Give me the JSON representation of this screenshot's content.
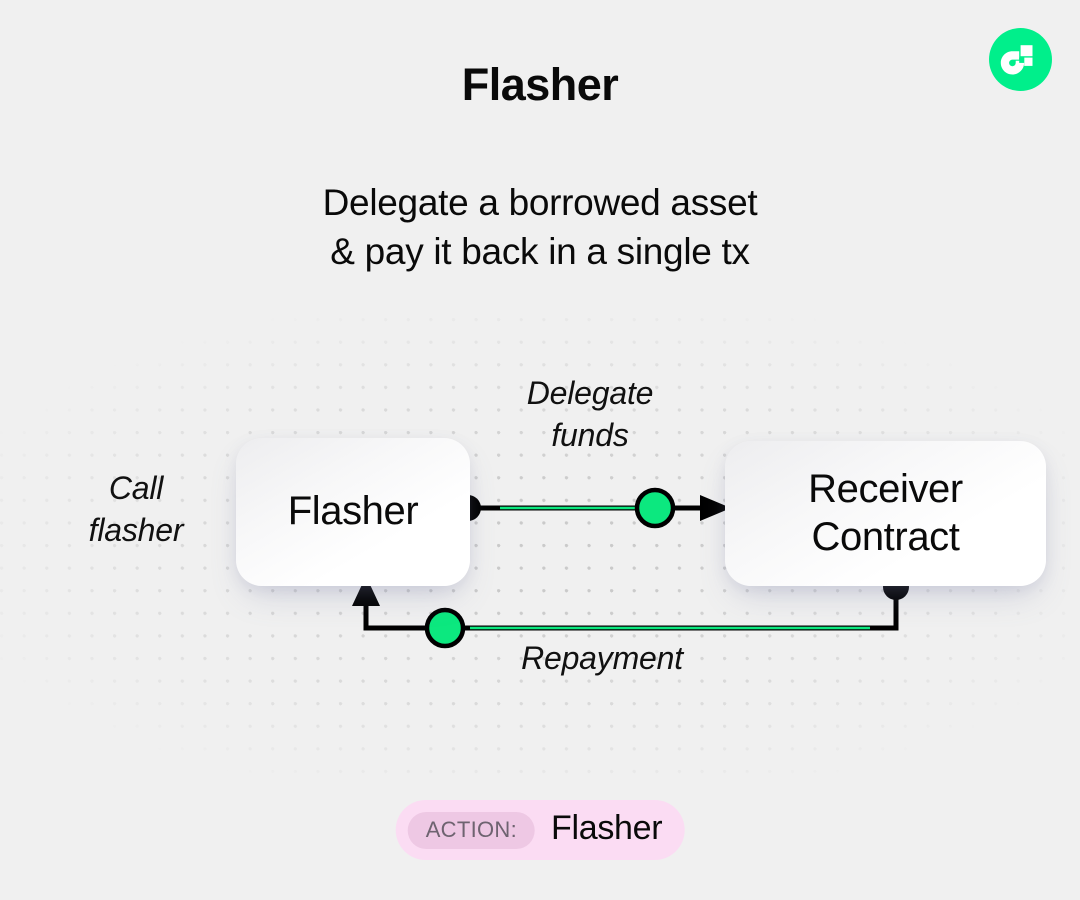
{
  "brand": {
    "logo_icon": "flow-logo-icon",
    "logo_color": "#00ef8b",
    "logo_mark_color": "#ffffff"
  },
  "header": {
    "title": "Flasher",
    "subtitle": "Delegate a borrowed asset\n& pay it back in a single tx"
  },
  "diagram": {
    "nodes": [
      {
        "id": "flasher",
        "label": "Flasher"
      },
      {
        "id": "receiver",
        "label": "Receiver\nContract"
      }
    ],
    "labels": {
      "call_flasher": "Call\nflasher",
      "delegate_funds": "Delegate\nfunds",
      "repayment": "Repayment"
    },
    "colors": {
      "accent_green": "#0ce87f",
      "connector_black": "#000000",
      "background": "#f0f0f0",
      "dot_grid": "#c8c8c8"
    }
  },
  "footer": {
    "action_chip_label": "ACTION:",
    "action_value": "Flasher",
    "badge_color": "#fbdcf3",
    "chip_color": "#eec8e4"
  }
}
